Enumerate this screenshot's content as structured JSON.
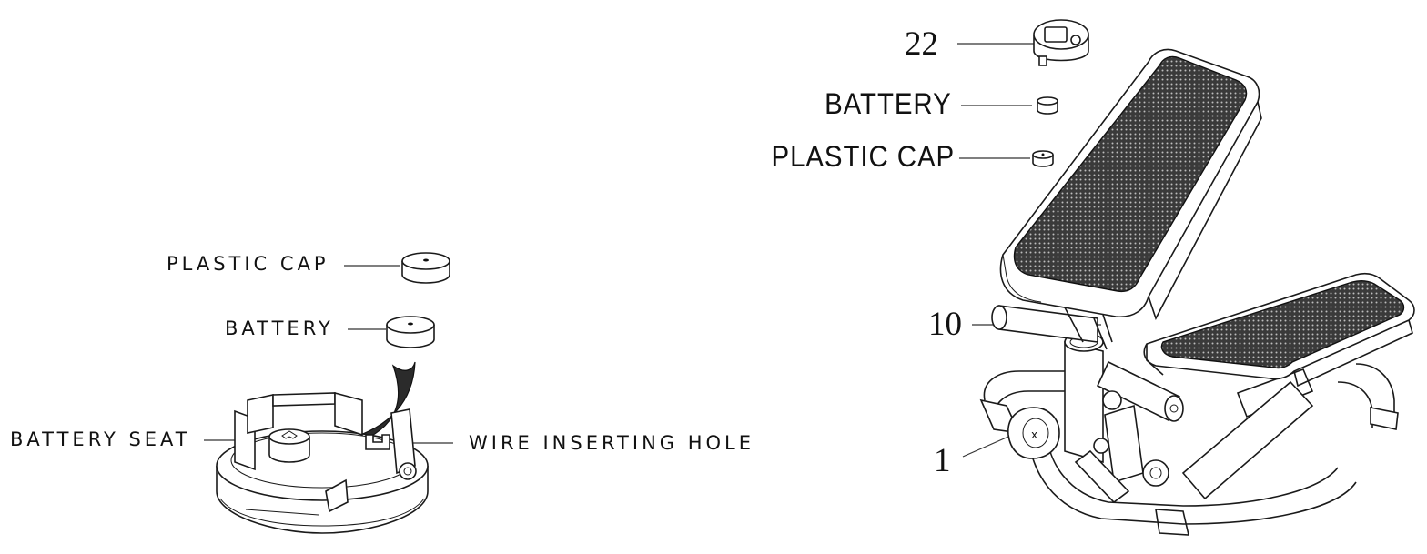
{
  "left_diagram": {
    "labels": {
      "plastic_cap": "PLASTIC CAP",
      "battery": "BATTERY",
      "battery_seat": "BATTERY SEAT",
      "wire_inserting_hole": "WIRE INSERTING HOLE"
    }
  },
  "right_diagram": {
    "labels": {
      "part_22": "22",
      "battery": "BATTERY",
      "plastic_cap": "PLASTIC CAP",
      "part_10": "10",
      "part_1": "1"
    }
  }
}
